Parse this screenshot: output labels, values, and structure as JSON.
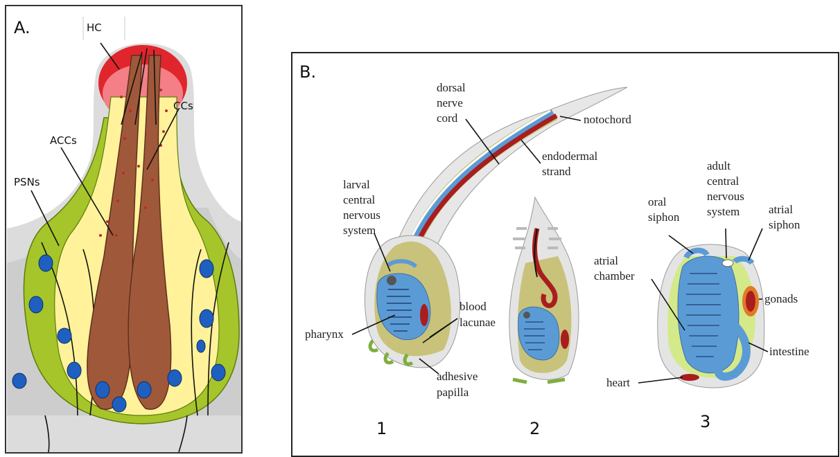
{
  "panel_a": {
    "letter": "A.",
    "labels": {
      "hc": "HC",
      "ccs": "CCs",
      "accs": "ACCs",
      "psns": "PSNs"
    }
  },
  "panel_b": {
    "letter": "B.",
    "labels": {
      "dorsal1": "dorsal",
      "dorsal2": "nerve",
      "dorsal3": "cord",
      "notochord": "notochord",
      "endo1": "endodermal",
      "endo2": "strand",
      "larval1": "larval",
      "larval2": "central",
      "larval3": "nervous",
      "larval4": "system",
      "pharynx": "pharynx",
      "blood1": "blood",
      "blood2": "lacunae",
      "adh1": "adhesive",
      "adh2": "papilla",
      "adult1": "adult",
      "adult2": "central",
      "adult3": "nervous",
      "adult4": "system",
      "oral1": "oral",
      "oral2": "siphon",
      "atrsi1": "atrial",
      "atrsi2": "siphon",
      "atrch1": "atrial",
      "atrch2": "chamber",
      "gonads": "gonads",
      "intestine": "intestine",
      "heart": "heart"
    },
    "stages": [
      "1",
      "2",
      "3"
    ]
  },
  "colors": {
    "olive": "#c9c27a",
    "blue": "#5b9bd5",
    "red": "#a81e1e",
    "green": "#8db83a",
    "brown": "#9b5a3c",
    "yellow": "#fff3a0",
    "gray": "#c8c8c8"
  }
}
